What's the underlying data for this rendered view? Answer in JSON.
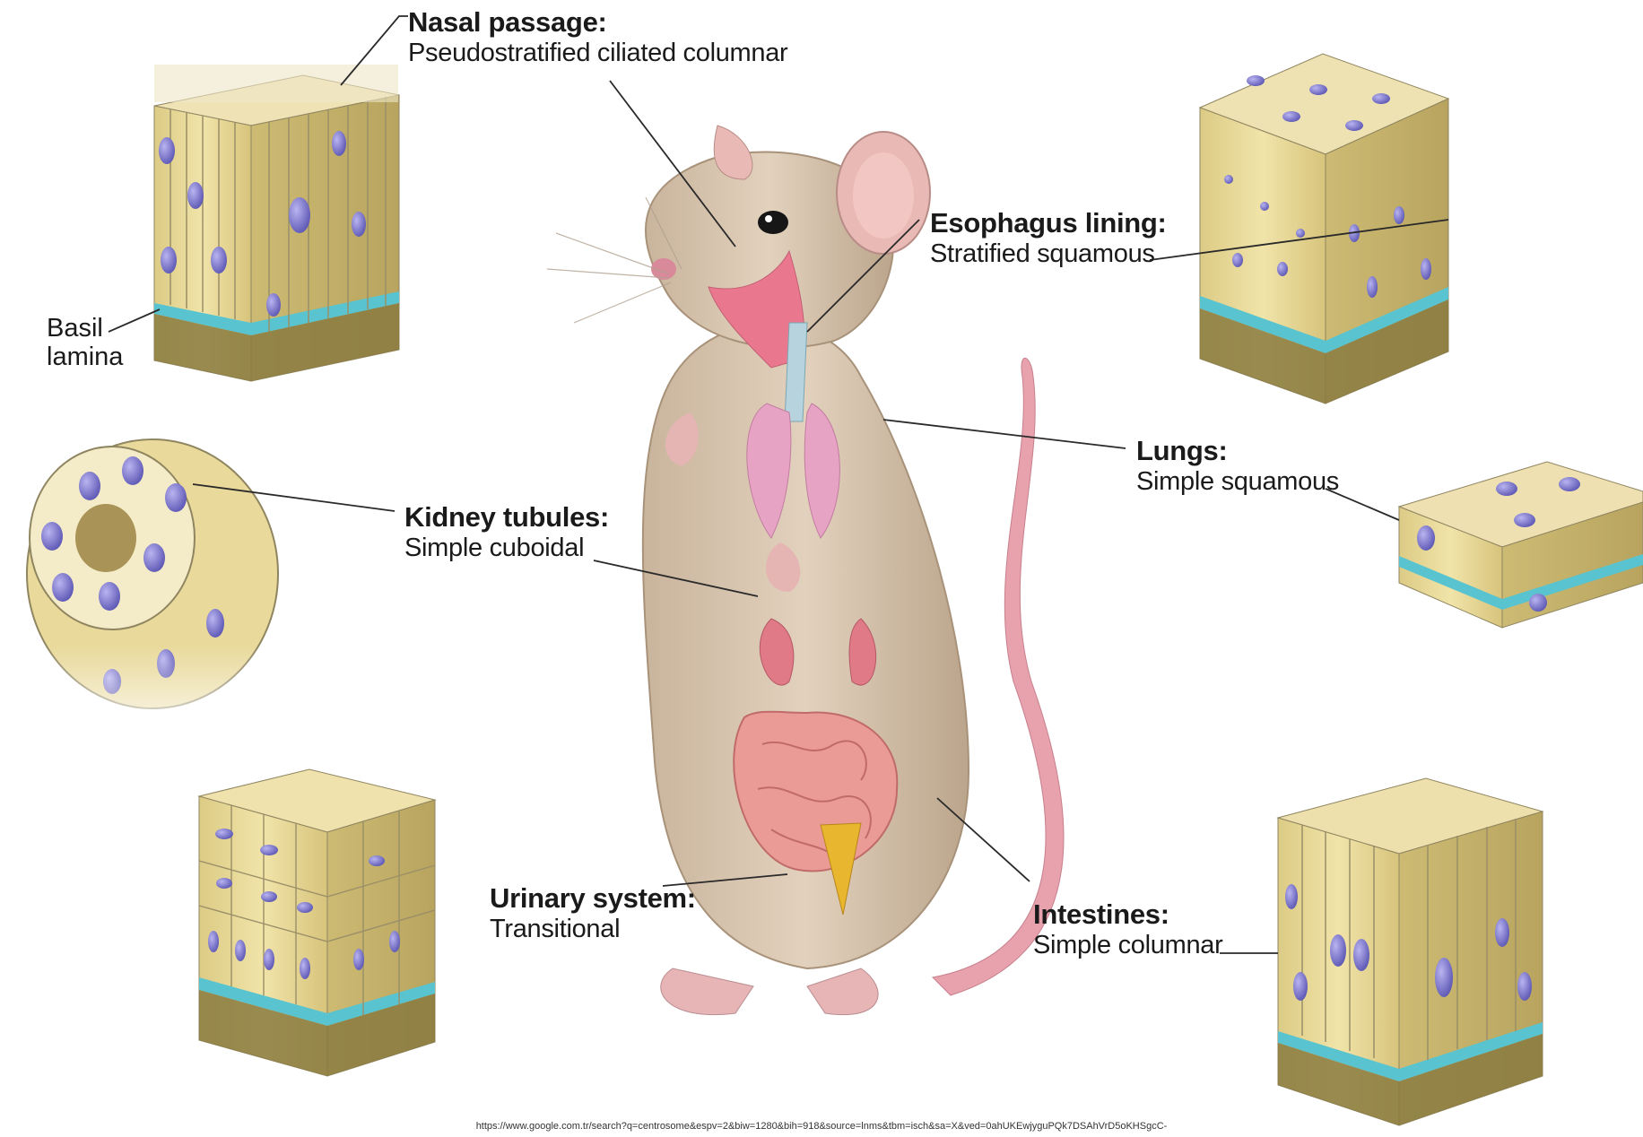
{
  "labels": {
    "nasal": {
      "title": "Nasal passage:",
      "sub": "Pseudostratified ciliated columnar"
    },
    "esophagus": {
      "title": "Esophagus lining:",
      "sub": "Stratified squamous"
    },
    "lungs": {
      "title": "Lungs:",
      "sub": "Simple squamous"
    },
    "kidney": {
      "title": "Kidney tubules:",
      "sub": "Simple cuboidal"
    },
    "urinary": {
      "title": "Urinary system:",
      "sub": "Transitional"
    },
    "intestines": {
      "title": "Intestines:",
      "sub": "Simple columnar"
    },
    "basil": {
      "line1": "Basil",
      "line2": "lamina"
    }
  },
  "source_url": "https://www.google.com.tr/search?q=centrosome&espv=2&biw=1280&bih=918&source=lnms&tbm=isch&sa=X&ved=0ahUKEwjyguPQk7DSAhVrD5oKHSgcC-",
  "colors": {
    "cell_fill": "#e9d99b",
    "cell_border": "#8f8560",
    "nucleus": "#7d78cc",
    "basal_lamina": "#59c4cf",
    "connective": "#8a7a3f",
    "rat_fur": "#d9c4ad",
    "organs": "#e88f9a"
  },
  "icons": [
    "rat-illustration",
    "tissue-block-icon"
  ]
}
